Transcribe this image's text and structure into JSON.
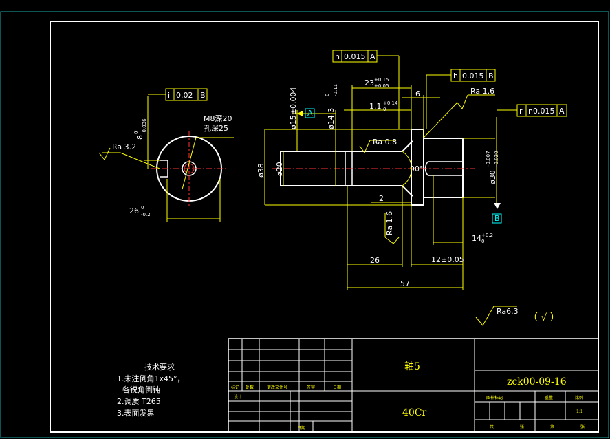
{
  "drawing": {
    "part_name": "轴5",
    "material": "40Cr",
    "drawing_number": "zck00-09-16",
    "scale": "1:1"
  },
  "title_block": {
    "headers": [
      "标记",
      "处数",
      "更改文件号",
      "签字",
      "日期"
    ],
    "design_label": "设计",
    "date_label": "日期",
    "stage_label": "图样标记",
    "weight_label": "重量",
    "ratio_label": "比例",
    "sheets_label": "共",
    "sheet_label": "张",
    "sheet_of_label": "第",
    "sheet_end_label": "张"
  },
  "notes": {
    "title": "技术要求",
    "items": [
      "1.未注倒角1x45°，",
      "各锐角倒钝",
      "2.调质 T265",
      "3.表面发黑"
    ]
  },
  "dimensions": {
    "tol_h_a": [
      "h",
      "0.015",
      "A"
    ],
    "tol_h_b": [
      "h",
      "0.015",
      "B"
    ],
    "tol_r_a": [
      "r",
      "n0.015",
      "A"
    ],
    "tol_i_b": [
      "i",
      "0.02",
      "B"
    ],
    "datum_a": "A",
    "datum_b": "B",
    "d23": "23",
    "d23_tol_up": "+0.15",
    "d23_tol_low": "+0.05",
    "d6": "6",
    "d1_1": "1.1",
    "d1_1_tol_up": "+0.14",
    "d1_1_tol_low": "0",
    "ra_16_a": "Ra 1.6",
    "ra_08": "Ra 0.8",
    "ra_16_b": "Ra 1.6",
    "ra_32": "Ra 3.2",
    "ra_63": "Ra6.3",
    "check_mark": "（ √ ）",
    "phi15": "ø15±0.004",
    "phi14_3": "ø14.3",
    "phi14_3_tol_up": "0",
    "phi14_3_tol_low": "-0.11",
    "phi38": "ø38",
    "phi20": "ø20",
    "phi30": "ø30",
    "phi30_tol_up": "-0.007",
    "phi30_tol_low": "-0.020",
    "angle90": "90°",
    "d2": "2",
    "d14": "14",
    "d14_tol_up": "+0.2",
    "d14_tol_low": "0",
    "d26": "26",
    "d12": "12±0.05",
    "d57": "57",
    "d8": "8",
    "d8_tol_up": "0",
    "d8_tol_low": "-0.036",
    "m8_thread": "M8深20",
    "hole_depth": "孔深25",
    "d26_end": "26",
    "d26_end_tol_up": "0",
    "d26_end_tol_low": "-0.2"
  }
}
